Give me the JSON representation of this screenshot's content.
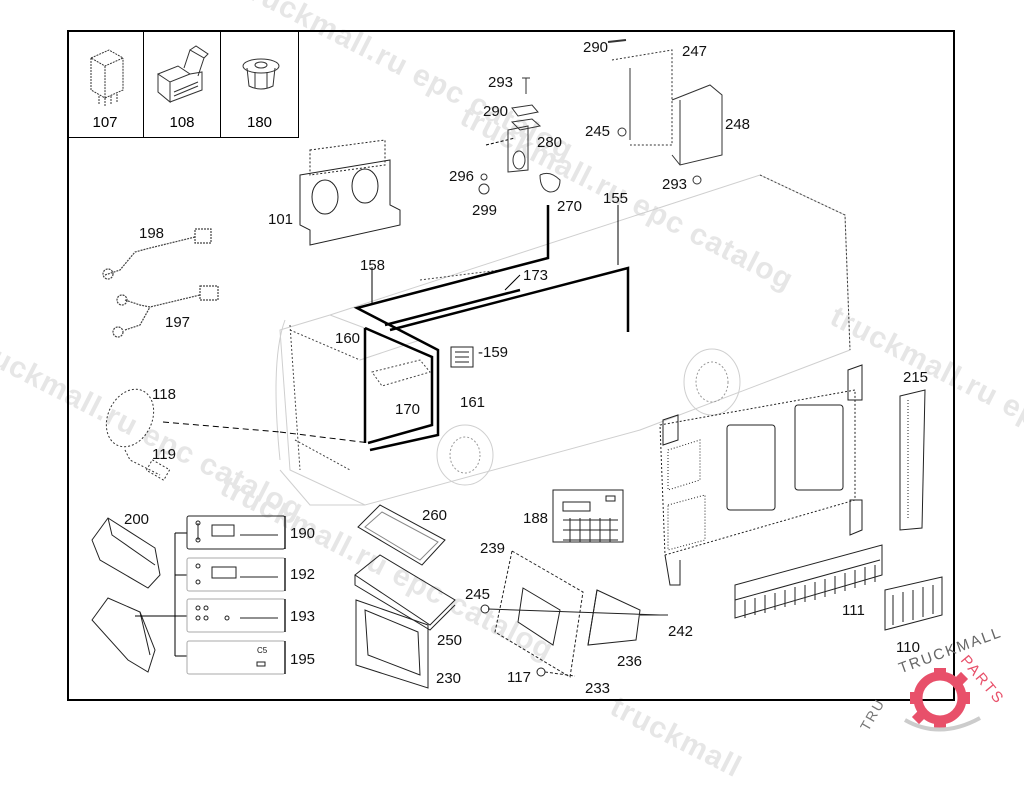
{
  "diagram": {
    "title": "Electrical components exploded parts diagram",
    "thumbnails": [
      {
        "part": "107",
        "icon": "relay-icon"
      },
      {
        "part": "108",
        "icon": "relay-holder-icon"
      },
      {
        "part": "180",
        "icon": "grommet-icon"
      }
    ],
    "callouts": {
      "p101": "101",
      "p198": "198",
      "p197": "197",
      "p293a": "293",
      "p290a": "290",
      "p280": "280",
      "p296": "296",
      "p299": "299",
      "p270": "270",
      "p290b": "290",
      "p247": "247",
      "p245a": "245",
      "p248": "248",
      "p293b": "293",
      "p155": "155",
      "p158": "158",
      "p173": "173",
      "p160": "160",
      "p159": "-159",
      "p170": "170",
      "p161": "161",
      "p118": "118",
      "p119": "119",
      "p215": "215",
      "p200": "200",
      "p190": "190",
      "p192": "192",
      "p193": "193",
      "p195": "195",
      "p260": "260",
      "p250": "250",
      "p230": "230",
      "p188": "188",
      "p239": "239",
      "p245b": "245",
      "p117": "117",
      "p233": "233",
      "p236": "236",
      "p242": "242",
      "p111": "111",
      "p110": "110"
    },
    "panel_195_text": "C5",
    "watermarks": [
      "truckmall.ru epc catalog",
      "truckmall.ru epc catalog",
      "truckmall.ru epc catalog",
      "truckmall.ru epc catalog"
    ]
  },
  "logo": {
    "text_top": "TRUCKMALL",
    "text_right": "PARTS",
    "accent_color": "#e8506a"
  }
}
